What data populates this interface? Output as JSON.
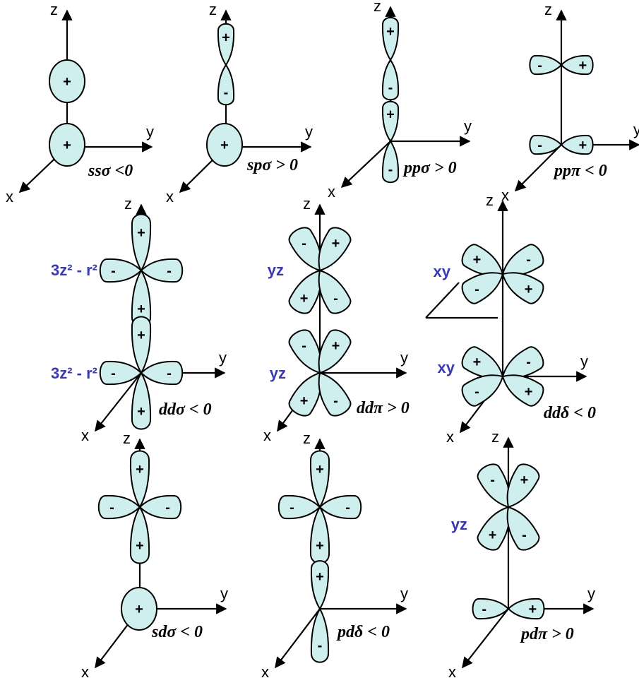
{
  "axes": {
    "x": "x",
    "y": "y",
    "z": "z"
  },
  "signs": {
    "plus": "+",
    "minus": "-"
  },
  "orbital_labels": {
    "d_3z2": "3z² - r²",
    "d_yz": "yz",
    "d_xy": "xy"
  },
  "panels": [
    {
      "id": "ss-sigma",
      "label": "ssσ <0"
    },
    {
      "id": "sp-sigma",
      "label": "spσ > 0"
    },
    {
      "id": "pp-sigma",
      "label": "ppσ > 0"
    },
    {
      "id": "pp-pi",
      "label": "ppπ < 0"
    },
    {
      "id": "dd-sigma",
      "label": "ddσ < 0"
    },
    {
      "id": "dd-pi",
      "label": "ddπ > 0"
    },
    {
      "id": "dd-delta",
      "label": "ddδ < 0"
    },
    {
      "id": "sd-sigma",
      "label": "sdσ < 0"
    },
    {
      "id": "pd-delta",
      "label": "pdδ < 0"
    },
    {
      "id": "pd-pi",
      "label": "pdπ > 0"
    }
  ],
  "colors": {
    "lobe_fill": "#cfeeee",
    "orbital_label": "#3a3ab0",
    "axis": "#000000"
  }
}
